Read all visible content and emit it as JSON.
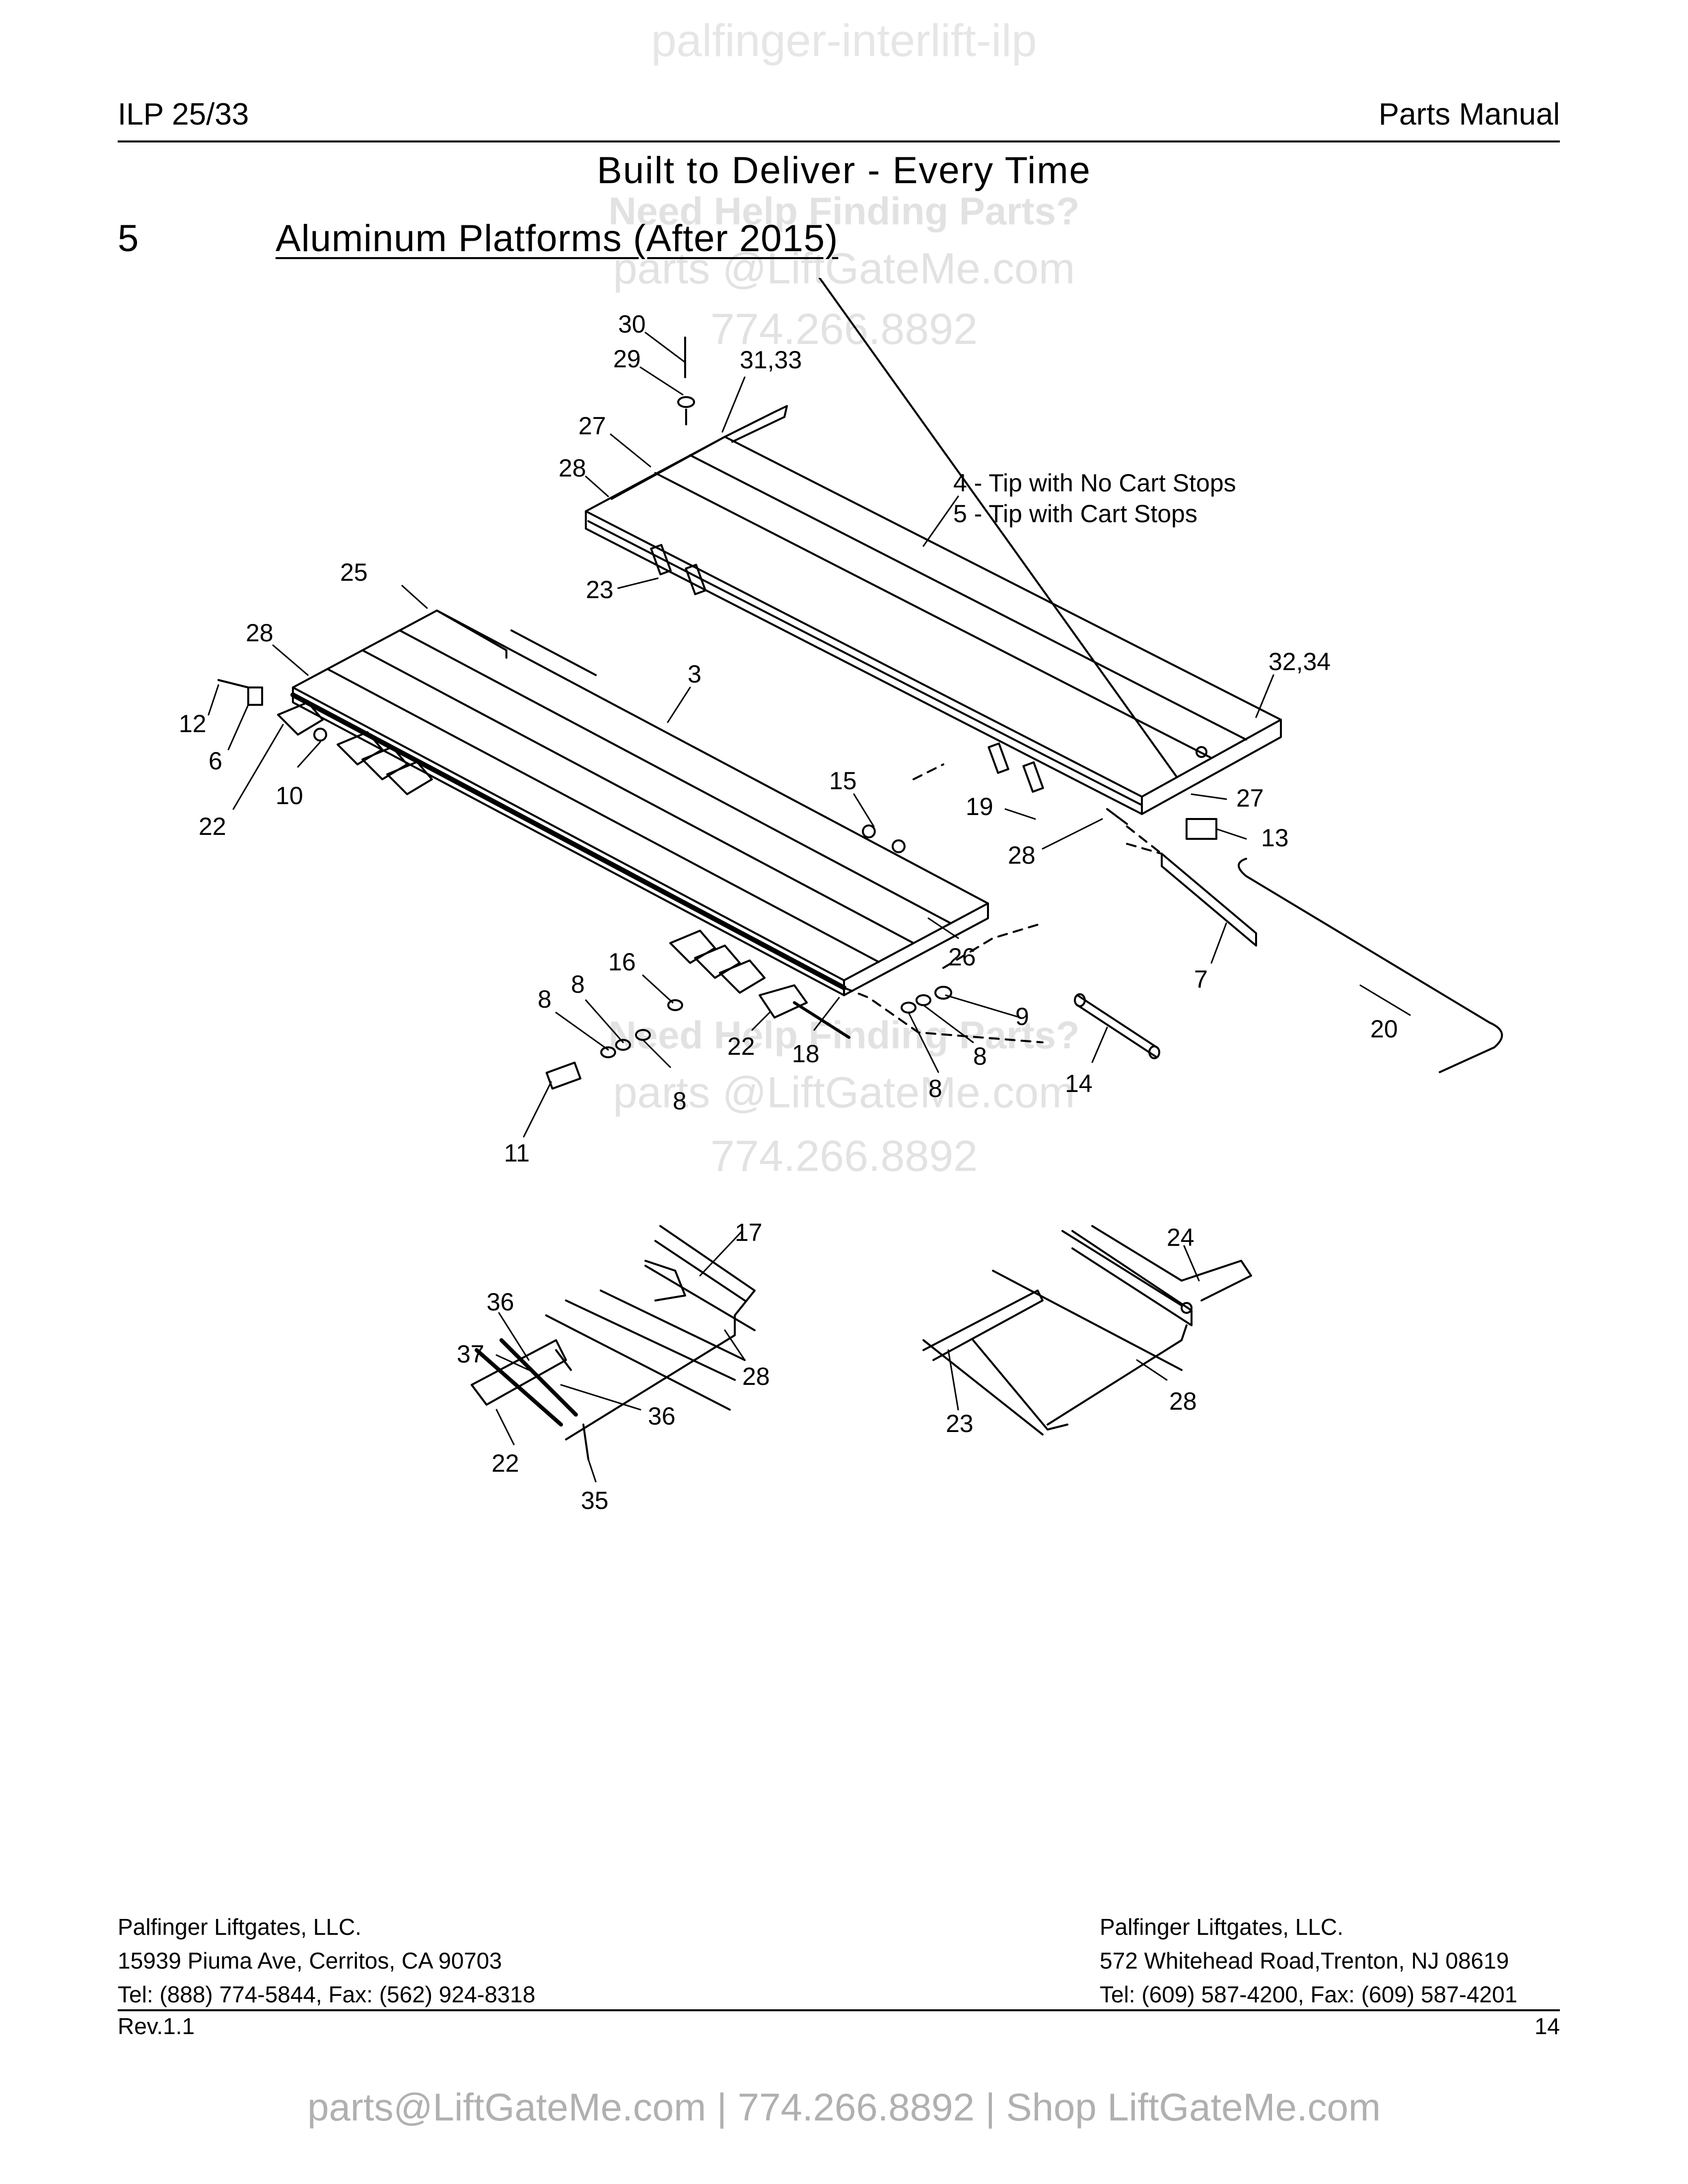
{
  "watermark_top": "palfinger-interlift-ilp",
  "header": {
    "model": "ILP 25/33",
    "doc_type": "Parts Manual"
  },
  "tagline": "Built to Deliver - Every Time",
  "section": {
    "number": "5",
    "title": "Aluminum Platforms (After 2015)"
  },
  "watermark_contact": {
    "heading": "Need Help Finding Parts?",
    "email": "parts @LiftGateMe.com",
    "phone": "774.266.8892"
  },
  "diagram": {
    "tip_notes": [
      "4 - Tip with No Cart Stops",
      "5 - Tip with Cart Stops"
    ],
    "callouts": {
      "c30": "30",
      "c29": "29",
      "c3133": "31,33",
      "c27a": "27",
      "c28a": "28",
      "c25": "25",
      "c23a": "23",
      "c28b": "28",
      "c3": "3",
      "c3234": "32,34",
      "c12": "12",
      "c6": "6",
      "c10": "10",
      "c22a": "22",
      "c15": "15",
      "c19": "19",
      "c27b": "27",
      "c13": "13",
      "c28c": "28",
      "c26": "26",
      "c7": "7",
      "c16": "16",
      "c8a": "8",
      "c8b": "8",
      "c9": "9",
      "c22b": "22",
      "c18": "18",
      "c8c": "8",
      "c8d": "8",
      "c8e": "8",
      "c14": "14",
      "c20": "20",
      "c11": "11",
      "c17": "17",
      "c36a": "36",
      "c37": "37",
      "c28d": "28",
      "c36b": "36",
      "c22c": "22",
      "c35": "35",
      "c24": "24",
      "c28e": "28",
      "c23b": "23"
    }
  },
  "footer": {
    "left": [
      "Palfinger Liftgates, LLC.",
      "15939 Piuma Ave, Cerritos, CA 90703",
      "Tel: (888) 774-5844, Fax: (562) 924-8318"
    ],
    "right": [
      "Palfinger Liftgates, LLC.",
      "572 Whitehead Road,Trenton, NJ 08619",
      "Tel: (609) 587-4200, Fax: (609) 587-4201"
    ],
    "revision": "Rev.1.1",
    "page": "14"
  },
  "bottom_bar": "parts@LiftGateMe.com | 774.266.8892 | Shop LiftGateMe.com"
}
